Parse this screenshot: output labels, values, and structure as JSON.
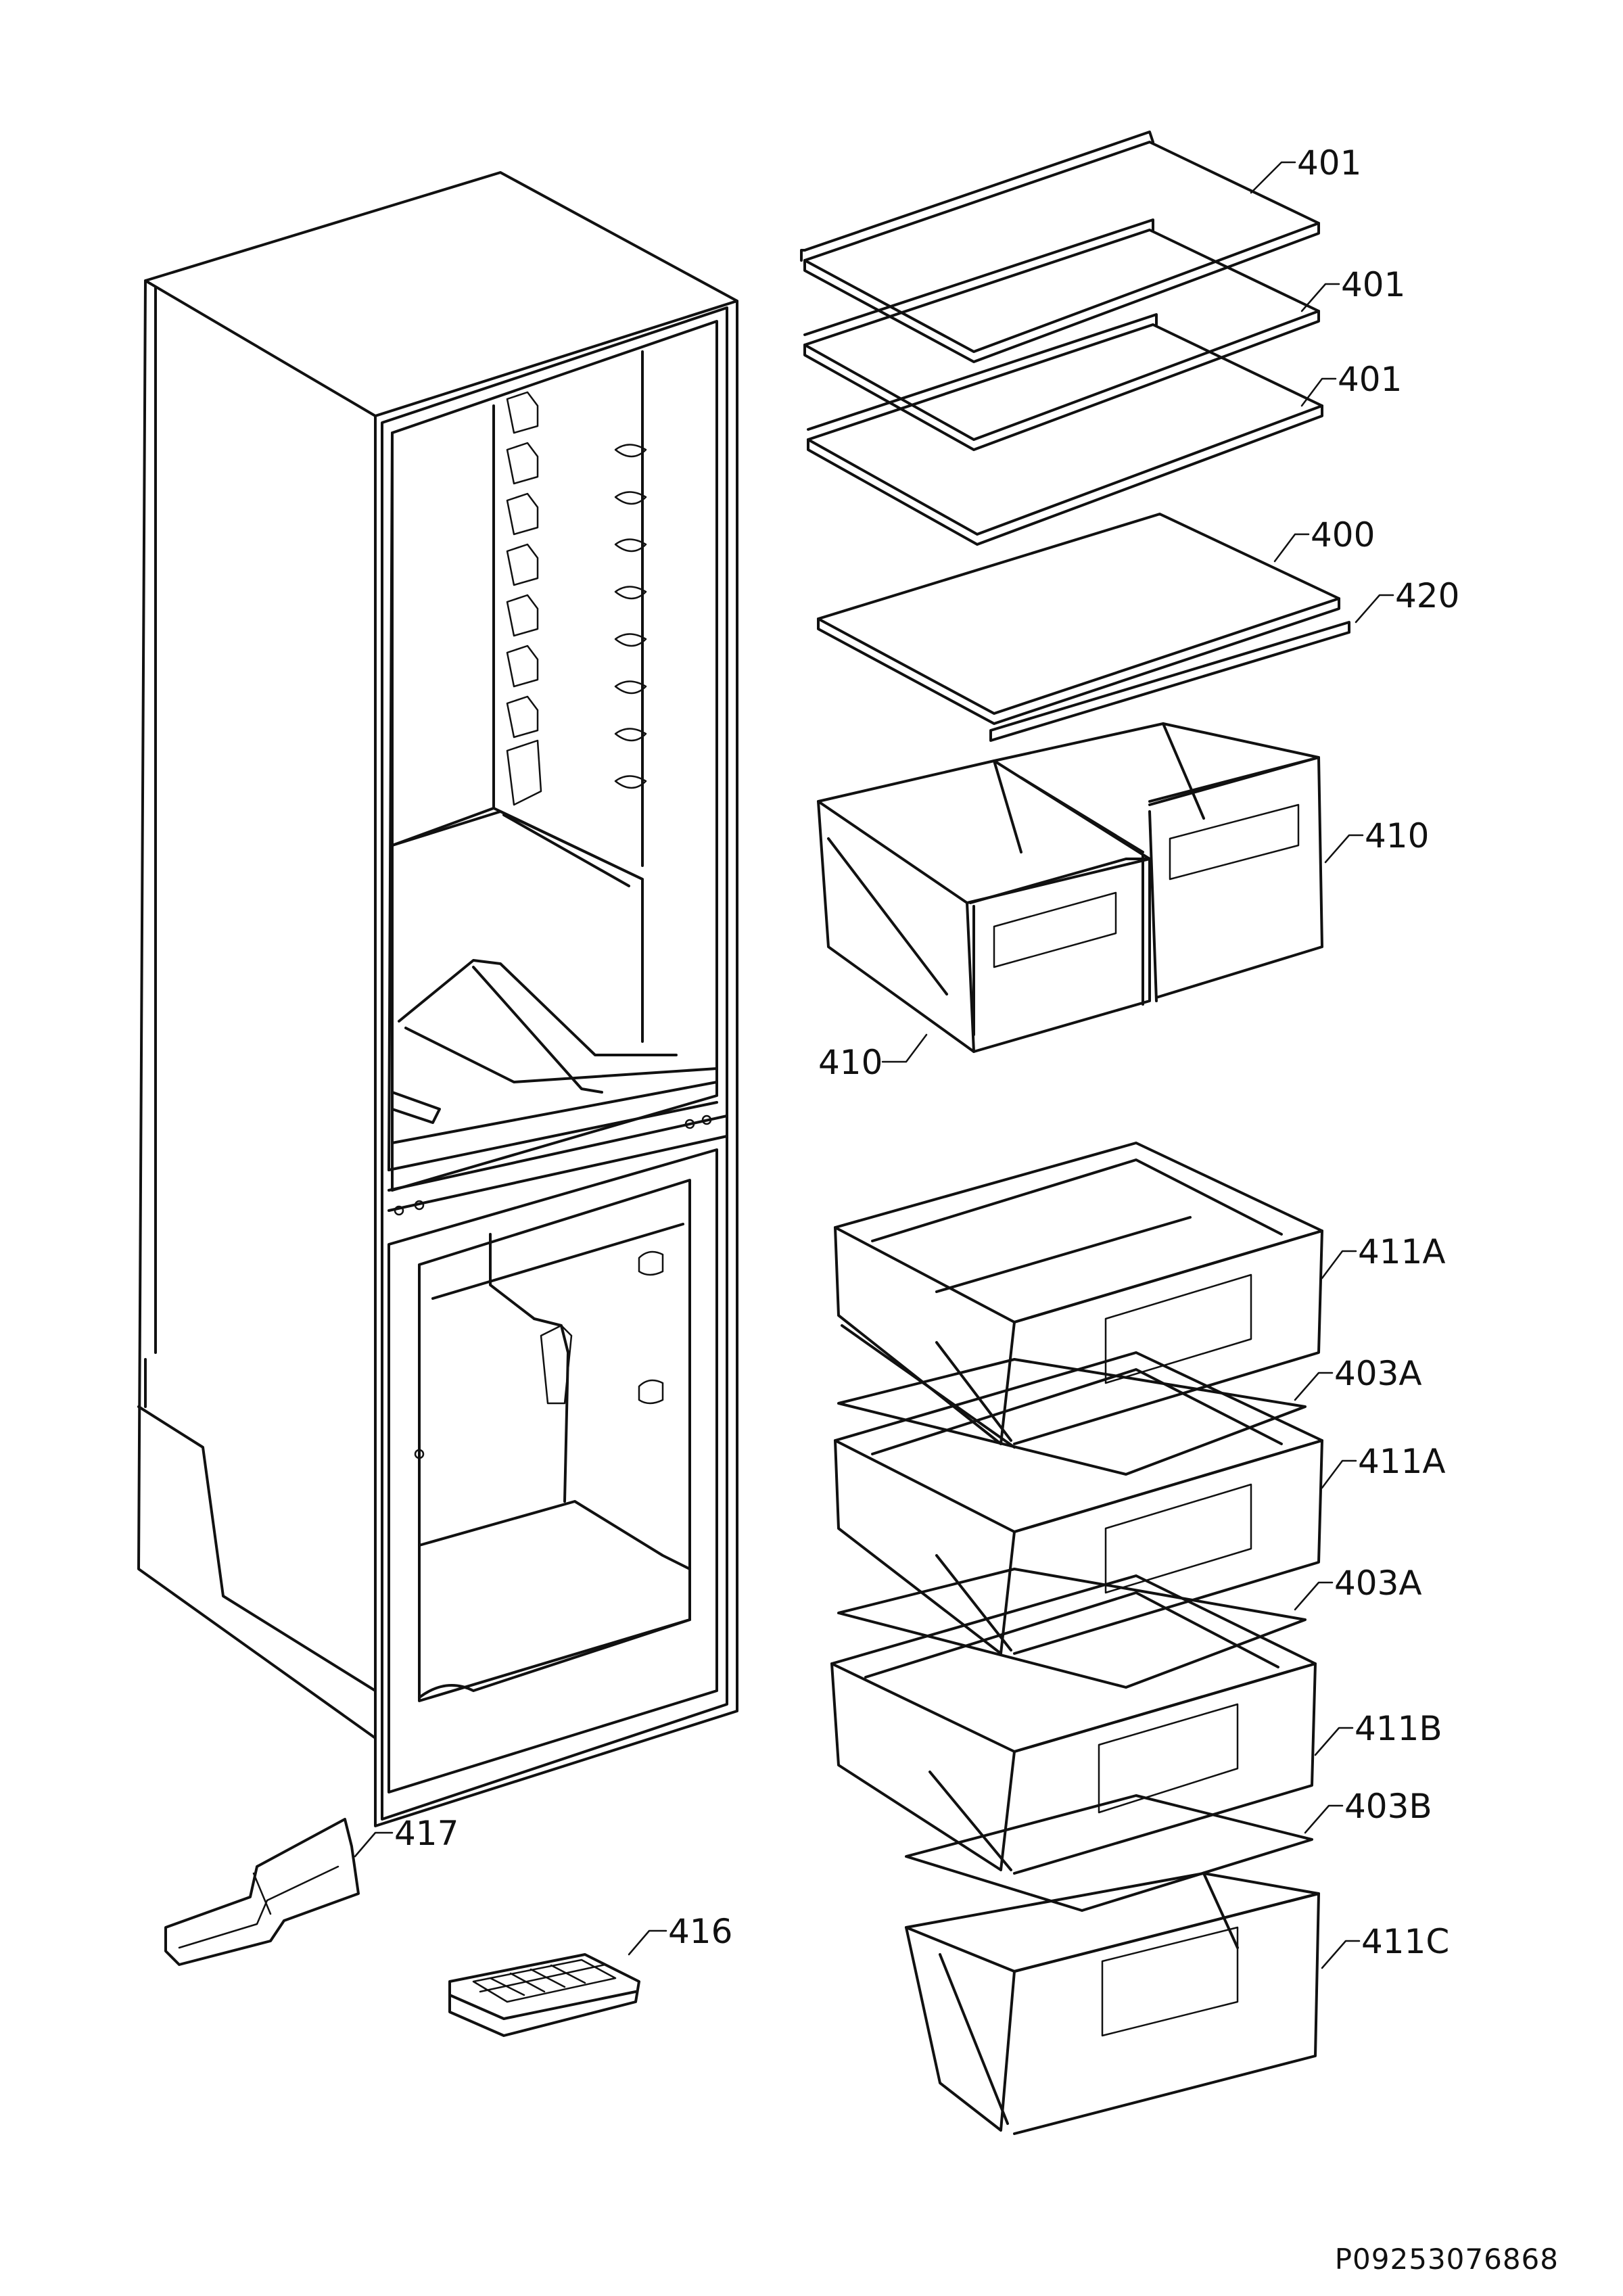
{
  "labels": {
    "l401a": "401",
    "l401b": "401",
    "l401c": "401",
    "l400": "400",
    "l420": "420",
    "l410a": "410",
    "l410b": "410",
    "l411a_1": "411A",
    "l403a_1": "403A",
    "l411a_2": "411A",
    "l403a_2": "403A",
    "l411b": "411B",
    "l403b": "403B",
    "l411c": "411C",
    "l417": "417",
    "l416": "416"
  },
  "drawing_ref": "P09253076868"
}
